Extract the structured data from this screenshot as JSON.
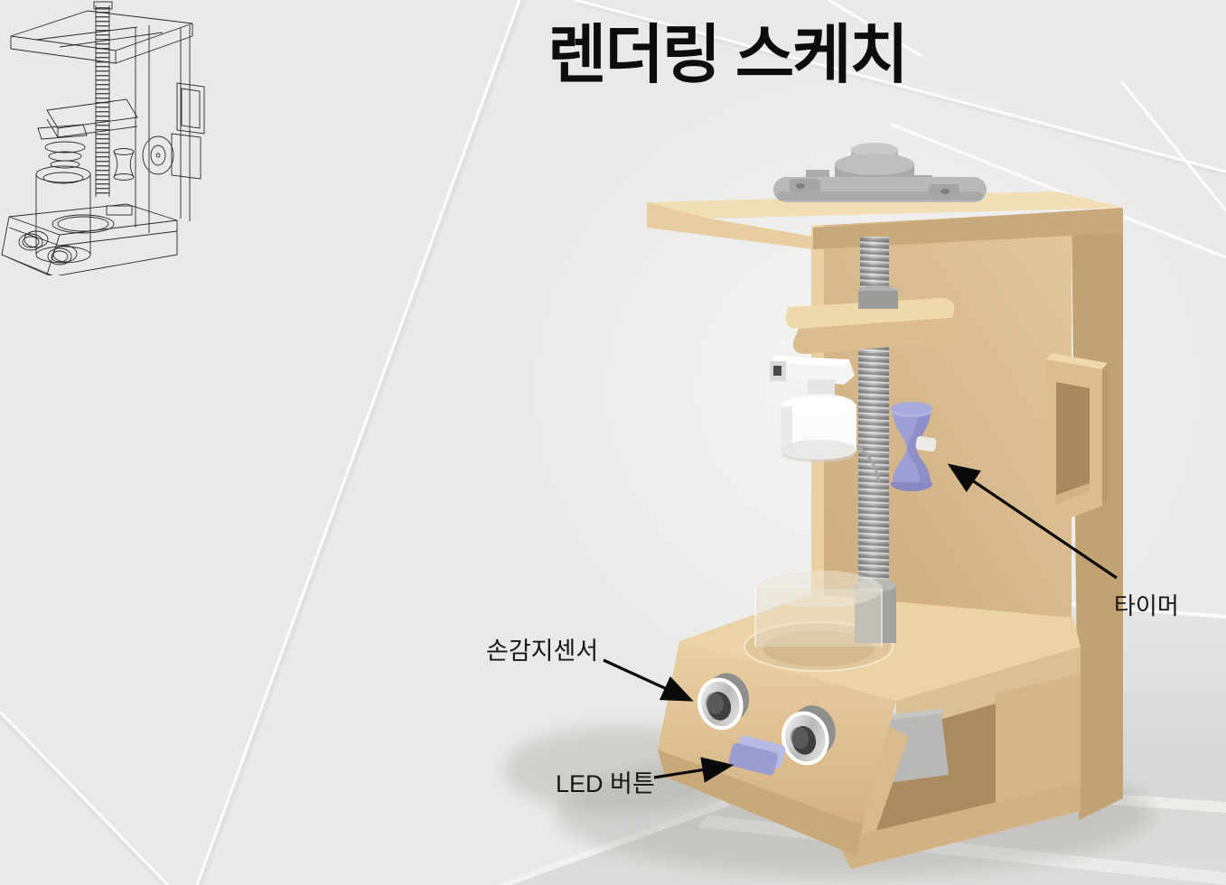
{
  "slide": {
    "title": "렌더링 스케치",
    "background_color": "#e9e9e8",
    "accent_line_color": "#ffffff"
  },
  "sketch": {
    "kind": "wireframe-cad-sketch",
    "line_color": "#2b2b2b"
  },
  "render": {
    "kind": "3d-rendered-model",
    "labels": {
      "timer": "타이머",
      "hand_sensor": "손감지센서",
      "led_button": "LED 버튼"
    },
    "colors": {
      "frame_tan_light": "#f1ddb3",
      "frame_tan": "#e3c79c",
      "frame_tan_dark": "#c4a274",
      "metal_gray": "#a8a8a6",
      "accent_lavender": "#9fa0d6",
      "pump_white": "#f7f7f5",
      "floor_gray": "#dbdad8",
      "arrow_black": "#0a0a0a"
    }
  }
}
